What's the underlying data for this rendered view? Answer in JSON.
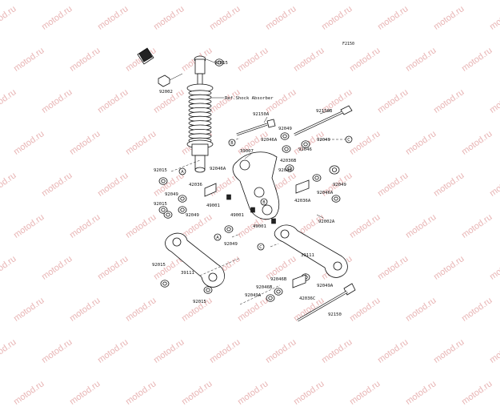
{
  "figure_code": "F2150",
  "watermark": "motod.ru",
  "ref_note": "Ref.Shock Absorber",
  "callouts": [
    "A",
    "B",
    "C"
  ],
  "part_numbers": {
    "n92015_top": "92015",
    "n92002": "92002",
    "n92150A": "92150A",
    "n92150B": "92150B",
    "n92049_a": "92049",
    "n92046A_a": "92046A",
    "n39007": "39007",
    "n92046": "92046",
    "n92049_b": "92049",
    "n92015_l": "92015",
    "n92046A_b": "92046A",
    "n42036": "42036",
    "n92049_c": "92049",
    "n92049_d": "92049",
    "n92015_l2": "92015",
    "n92049_e": "92049",
    "n49001_a": "49001",
    "n49001_b": "49001",
    "n49001_c": "49001",
    "n42036B": "42036B",
    "n92046A_c": "92046A",
    "n42036A": "42036A",
    "n92049_f": "92049",
    "n92002A": "92002A",
    "n92049_g": "92049",
    "n92015_m": "92015",
    "n39111_a": "39111",
    "n39111_b": "39111",
    "n92015_b": "92015",
    "n92046B_a": "92046B",
    "n92046B_b": "92046B",
    "n92049A_a": "92049A",
    "n92049A_b": "92049A",
    "n42036C": "42036C",
    "n92150": "92150"
  }
}
